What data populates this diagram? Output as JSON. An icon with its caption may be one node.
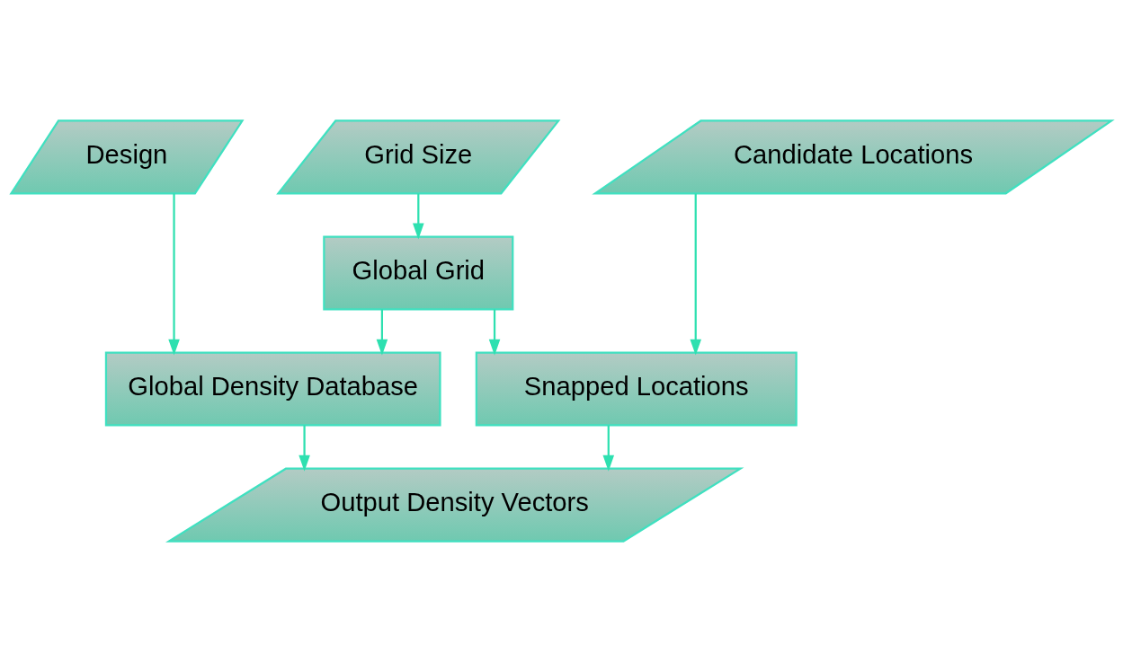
{
  "diagram": {
    "nodes": [
      {
        "text": [
          "Design"
        ]
      },
      {
        "text": [
          "Grid Size"
        ]
      },
      {
        "text": [
          "Candidate Locations"
        ]
      },
      {
        "text": [
          "Global Grid"
        ]
      },
      {
        "text": [
          "Global Density Database"
        ]
      },
      {
        "text": [
          "Snapped Locations"
        ]
      },
      {
        "text": [
          "Output Density Vectors"
        ]
      }
    ],
    "edges": [
      {
        "from": 1,
        "to": 3,
        "arrow": "to"
      },
      {
        "from": 0,
        "to": 4,
        "arrow": "to"
      },
      {
        "from": 3,
        "to": 4,
        "arrow": "to"
      },
      {
        "from": 3,
        "to": 5,
        "arrow": "to"
      },
      {
        "from": 2,
        "to": 5,
        "arrow": "to"
      },
      {
        "from": 4,
        "to": 6,
        "arrow": "to"
      },
      {
        "from": 5,
        "to": 6,
        "arrow": "to"
      }
    ]
  }
}
